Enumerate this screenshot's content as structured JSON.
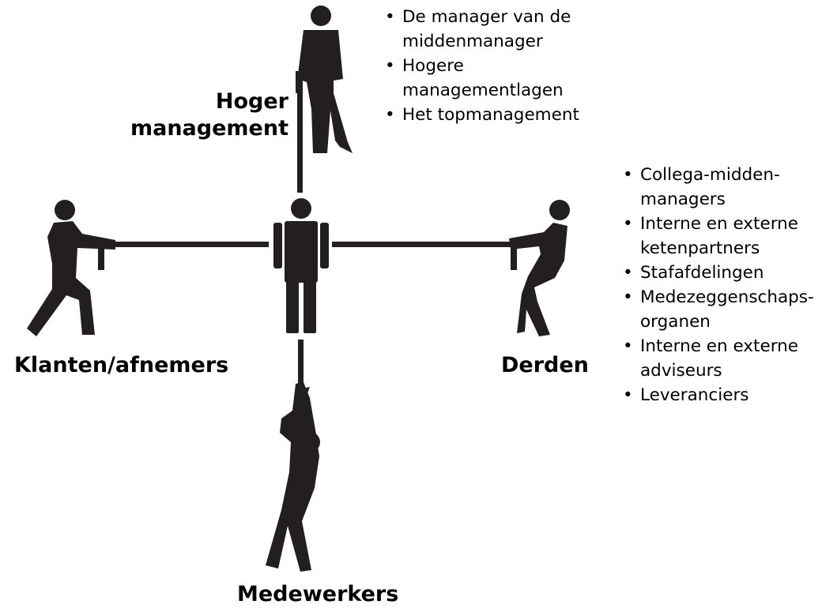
{
  "labels": {
    "top": "Hoger\nmanagement",
    "left": "Klanten/afnemers",
    "right": "Derden",
    "bottom": "Medewerkers"
  },
  "top_list": [
    "De manager van de\nmiddenmanager",
    "Hogere\nmanagementlagen",
    "Het topmanagement"
  ],
  "right_list": [
    "Collega-midden-\nmanagers",
    "Interne en externe\nketenpartners",
    "Stafafdelingen",
    "Medezeggenschaps-\norganen",
    "Interne en externe\nadviseurs",
    "Leveranciers"
  ],
  "colors": {
    "figure": "#231f20",
    "text": "#000000",
    "background": "#ffffff"
  },
  "icons": [
    "person-center-icon",
    "person-pulling-up-icon",
    "person-pulling-left-icon",
    "person-pulling-right-icon",
    "person-pulling-down-icon"
  ]
}
